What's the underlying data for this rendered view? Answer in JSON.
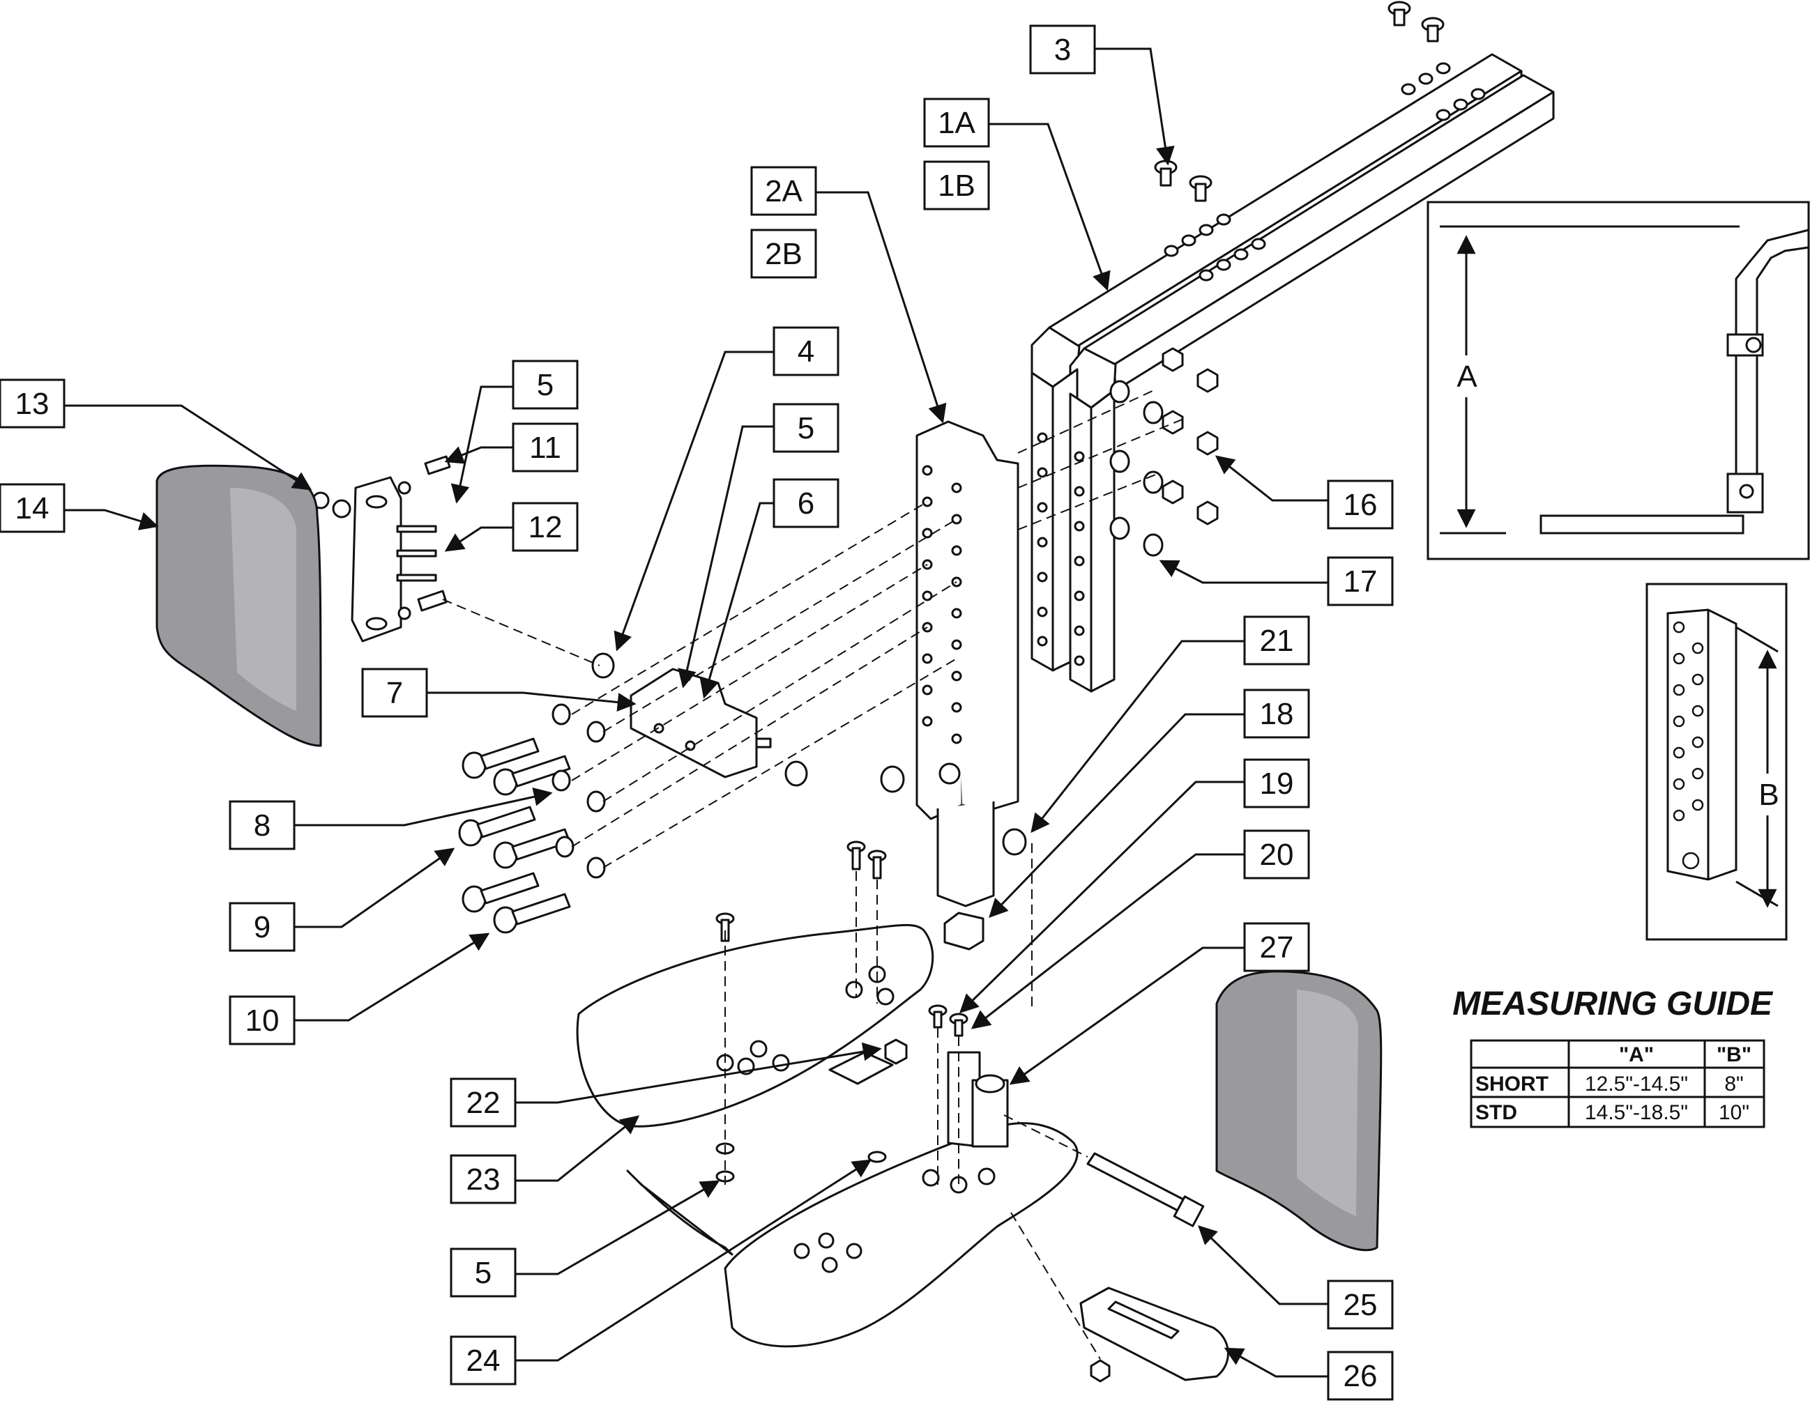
{
  "callouts": [
    {
      "id": "3",
      "label": "3"
    },
    {
      "id": "1A",
      "label": "1A"
    },
    {
      "id": "1B",
      "label": "1B"
    },
    {
      "id": "2A",
      "label": "2A"
    },
    {
      "id": "2B",
      "label": "2B"
    },
    {
      "id": "4",
      "label": "4"
    },
    {
      "id": "5a",
      "label": "5"
    },
    {
      "id": "5b",
      "label": "5"
    },
    {
      "id": "5c",
      "label": "5"
    },
    {
      "id": "6",
      "label": "6"
    },
    {
      "id": "7",
      "label": "7"
    },
    {
      "id": "8",
      "label": "8"
    },
    {
      "id": "9",
      "label": "9"
    },
    {
      "id": "10",
      "label": "10"
    },
    {
      "id": "11",
      "label": "11"
    },
    {
      "id": "12",
      "label": "12"
    },
    {
      "id": "13",
      "label": "13"
    },
    {
      "id": "14",
      "label": "14"
    },
    {
      "id": "16",
      "label": "16"
    },
    {
      "id": "17",
      "label": "17"
    },
    {
      "id": "18",
      "label": "18"
    },
    {
      "id": "19",
      "label": "19"
    },
    {
      "id": "20",
      "label": "20"
    },
    {
      "id": "21",
      "label": "21"
    },
    {
      "id": "22",
      "label": "22"
    },
    {
      "id": "23",
      "label": "23"
    },
    {
      "id": "24",
      "label": "24"
    },
    {
      "id": "25",
      "label": "25"
    },
    {
      "id": "26",
      "label": "26"
    },
    {
      "id": "27",
      "label": "27"
    }
  ],
  "measuring_guide": {
    "title": "MEASURING GUIDE",
    "dim_a_label": "A",
    "dim_b_label": "B",
    "table": {
      "headers": [
        "",
        "\"A\"",
        "\"B\""
      ],
      "rows": [
        [
          "SHORT",
          "12.5\"-14.5\"",
          "8\""
        ],
        [
          "STD",
          "14.5\"-18.5\"",
          "10\""
        ]
      ]
    }
  },
  "colors": {
    "line": "#111111",
    "pad_fill": "#9a9a9e",
    "pad_highlight": "#b4b4b8",
    "part_fill": "#ffffff"
  }
}
